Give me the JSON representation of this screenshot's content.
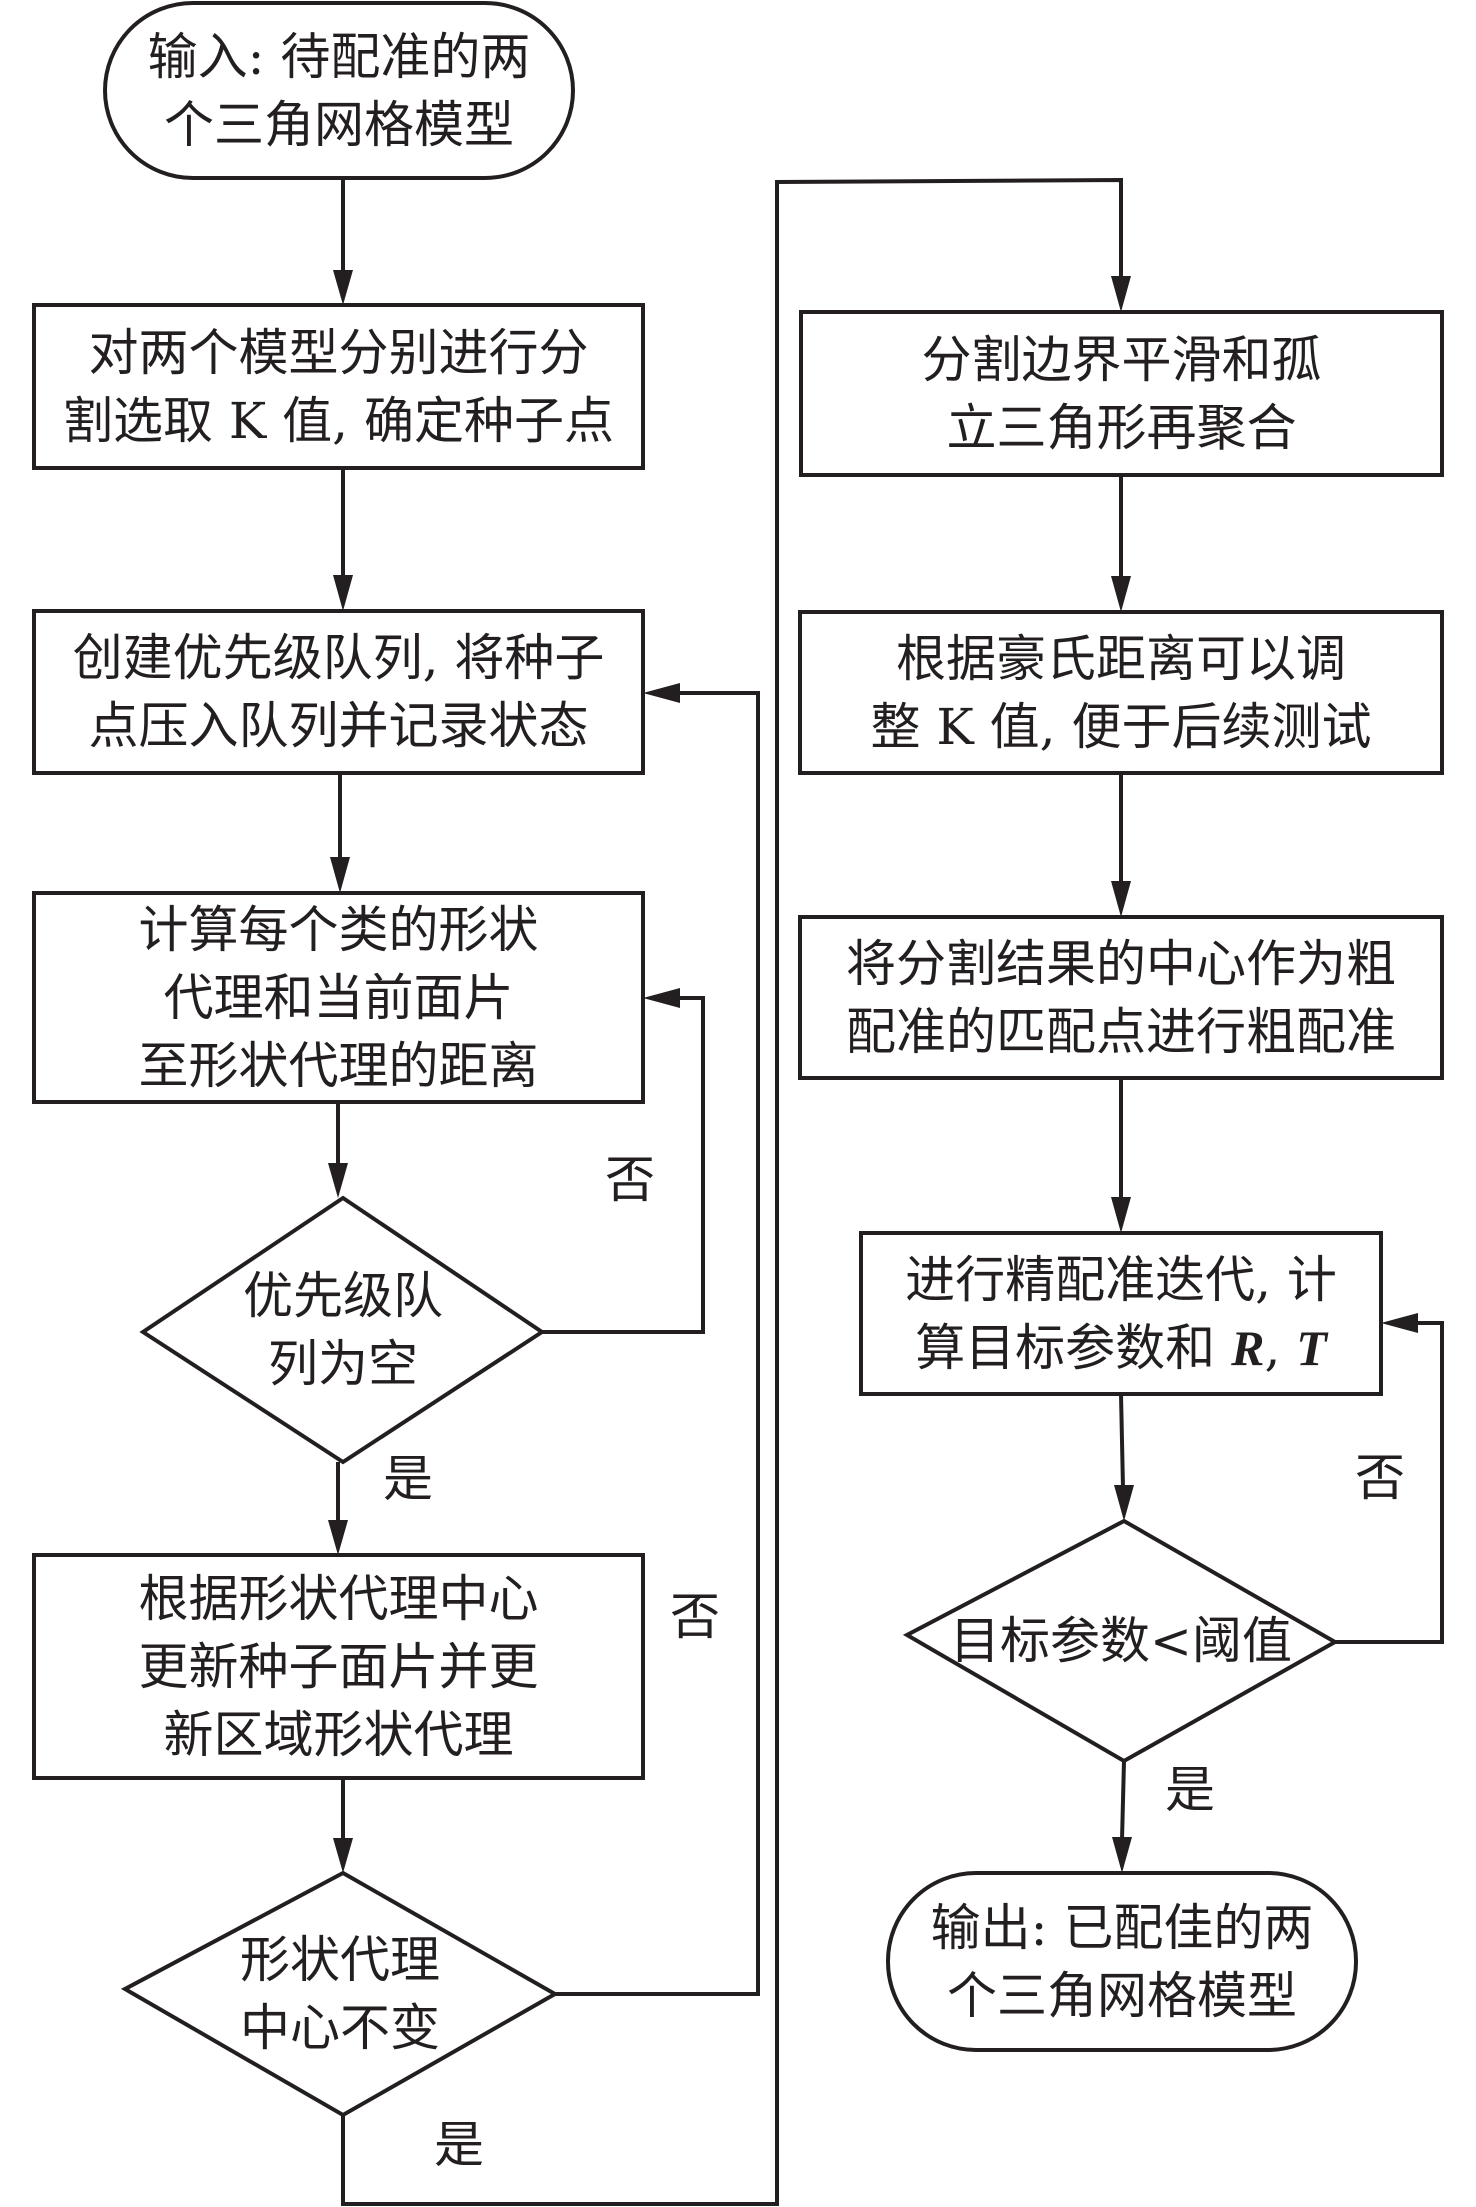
{
  "title": "三角网格模型分割与配准流程图",
  "colors": {
    "stroke": "#231f20",
    "background": "#ffffff"
  },
  "nodes": {
    "input": {
      "type": "terminal",
      "lines": [
        "输入: 待配准的两",
        "个三角网格模型"
      ]
    },
    "segment": {
      "type": "process",
      "lines": [
        "对两个模型分别进行分",
        "割选取 K 值, 确定种子点"
      ]
    },
    "create_queue": {
      "type": "process",
      "lines": [
        "创建优先级队列, 将种子",
        "点压入队列并记录状态"
      ]
    },
    "compute_proxy": {
      "type": "process",
      "lines": [
        "计算每个类的形状",
        "代理和当前面片",
        "至形状代理的距离"
      ]
    },
    "queue_empty": {
      "type": "decision",
      "lines": [
        "优先级队",
        "列为空"
      ]
    },
    "update_seed": {
      "type": "process",
      "lines": [
        "根据形状代理中心",
        "更新种子面片并更",
        "新区域形状代理"
      ]
    },
    "center_unchanged": {
      "type": "decision",
      "lines": [
        "形状代理",
        "中心不变"
      ]
    },
    "smooth_boundary": {
      "type": "process",
      "lines": [
        "分割边界平滑和孤",
        "立三角形再聚合"
      ]
    },
    "adjust_k": {
      "type": "process",
      "lines": [
        "根据豪氏距离可以调",
        "整 K 值, 便于后续测试"
      ]
    },
    "coarse_register": {
      "type": "process",
      "lines": [
        "将分割结果的中心作为粗",
        "配准的匹配点进行粗配准"
      ]
    },
    "fine_register": {
      "type": "process",
      "lines": [
        "进行精配准迭代, 计",
        "算目标参数和"
      ],
      "math": {
        "r": "R",
        "sep": ", ",
        "t": "T"
      }
    },
    "threshold_check": {
      "type": "decision",
      "lines": [
        "目标参数<阈值"
      ]
    },
    "output": {
      "type": "terminal",
      "lines": [
        "输出: 已配佳的两",
        "个三角网格模型"
      ]
    }
  },
  "edge_labels": {
    "queue_empty_no": "否",
    "queue_empty_yes": "是",
    "center_unchanged_no": "否",
    "center_unchanged_yes": "是",
    "threshold_no": "否",
    "threshold_yes": "是"
  },
  "edges": [
    {
      "from": "input",
      "to": "segment"
    },
    {
      "from": "segment",
      "to": "create_queue"
    },
    {
      "from": "create_queue",
      "to": "compute_proxy"
    },
    {
      "from": "compute_proxy",
      "to": "queue_empty"
    },
    {
      "from": "queue_empty",
      "to": "compute_proxy",
      "label": "否"
    },
    {
      "from": "queue_empty",
      "to": "update_seed",
      "label": "是"
    },
    {
      "from": "update_seed",
      "to": "center_unchanged"
    },
    {
      "from": "center_unchanged",
      "to": "create_queue",
      "label": "否"
    },
    {
      "from": "center_unchanged",
      "to": "smooth_boundary",
      "label": "是"
    },
    {
      "from": "smooth_boundary",
      "to": "adjust_k"
    },
    {
      "from": "adjust_k",
      "to": "coarse_register"
    },
    {
      "from": "coarse_register",
      "to": "fine_register"
    },
    {
      "from": "fine_register",
      "to": "threshold_check"
    },
    {
      "from": "threshold_check",
      "to": "fine_register",
      "label": "否"
    },
    {
      "from": "threshold_check",
      "to": "output",
      "label": "是"
    }
  ]
}
